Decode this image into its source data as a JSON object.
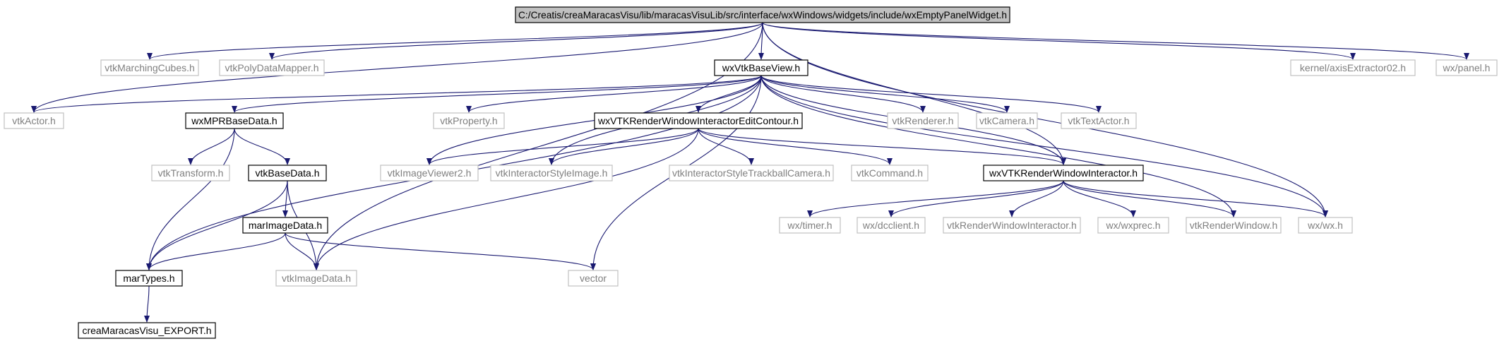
{
  "colors": {
    "edge": "#191970",
    "highlighted_fill": "#c0c0c0",
    "documented_border": "#000000",
    "undocumented_border": "#c0c0c0",
    "documented_text": "#000000",
    "undocumented_text": "#808080"
  },
  "nodes": [
    {
      "id": "root",
      "label": "C:/Creatis/creaMaracasVisu/lib/maracasVisuLib/src/interface/wxWindows/widgets/include/wxEmptyPanelWidget.h",
      "style": "highlighted"
    },
    {
      "id": "vtkMarchingCubes",
      "label": "vtkMarchingCubes.h",
      "style": "undocumented"
    },
    {
      "id": "vtkPolyDataMapper",
      "label": "vtkPolyDataMapper.h",
      "style": "undocumented"
    },
    {
      "id": "wxVtkBaseView",
      "label": "wxVtkBaseView.h",
      "style": "documented"
    },
    {
      "id": "axisExtractor02",
      "label": "kernel/axisExtractor02.h",
      "style": "undocumented"
    },
    {
      "id": "wxpanel",
      "label": "wx/panel.h",
      "style": "undocumented"
    },
    {
      "id": "vtkActor",
      "label": "vtkActor.h",
      "style": "undocumented"
    },
    {
      "id": "wxMPRBaseData",
      "label": "wxMPRBaseData.h",
      "style": "documented"
    },
    {
      "id": "vtkProperty",
      "label": "vtkProperty.h",
      "style": "undocumented"
    },
    {
      "id": "wxVTKRWIEditContour",
      "label": "wxVTKRenderWindowInteractorEditContour.h",
      "style": "documented"
    },
    {
      "id": "vtkRenderer",
      "label": "vtkRenderer.h",
      "style": "undocumented"
    },
    {
      "id": "vtkCamera",
      "label": "vtkCamera.h",
      "style": "undocumented"
    },
    {
      "id": "vtkTextActor",
      "label": "vtkTextActor.h",
      "style": "undocumented"
    },
    {
      "id": "vtkTransform",
      "label": "vtkTransform.h",
      "style": "undocumented"
    },
    {
      "id": "vtkBaseData",
      "label": "vtkBaseData.h",
      "style": "documented"
    },
    {
      "id": "vtkImageViewer2",
      "label": "vtkImageViewer2.h",
      "style": "undocumented"
    },
    {
      "id": "vtkInteractorStyleImage",
      "label": "vtkInteractorStyleImage.h",
      "style": "undocumented"
    },
    {
      "id": "vtkInteractorStyleTrackballCamera",
      "label": "vtkInteractorStyleTrackballCamera.h",
      "style": "undocumented"
    },
    {
      "id": "vtkCommand",
      "label": "vtkCommand.h",
      "style": "undocumented"
    },
    {
      "id": "wxVTKRWI",
      "label": "wxVTKRenderWindowInteractor.h",
      "style": "documented"
    },
    {
      "id": "marImageData",
      "label": "marImageData.h",
      "style": "documented"
    },
    {
      "id": "wxtimer",
      "label": "wx/timer.h",
      "style": "undocumented"
    },
    {
      "id": "wxdcclient",
      "label": "wx/dcclient.h",
      "style": "undocumented"
    },
    {
      "id": "vtkRenderWindowInteractor",
      "label": "vtkRenderWindowInteractor.h",
      "style": "undocumented"
    },
    {
      "id": "wxwxprec",
      "label": "wx/wxprec.h",
      "style": "undocumented"
    },
    {
      "id": "vtkRenderWindow",
      "label": "vtkRenderWindow.h",
      "style": "undocumented"
    },
    {
      "id": "wxwx",
      "label": "wx/wx.h",
      "style": "undocumented"
    },
    {
      "id": "marTypes",
      "label": "marTypes.h",
      "style": "documented"
    },
    {
      "id": "vtkImageData",
      "label": "vtkImageData.h",
      "style": "undocumented"
    },
    {
      "id": "vector",
      "label": "vector",
      "style": "undocumented"
    },
    {
      "id": "creaMaracasVisuExport",
      "label": "creaMaracasVisu_EXPORT.h",
      "style": "documented"
    }
  ],
  "edges": [
    [
      "root",
      "vtkActor"
    ],
    [
      "root",
      "vtkMarchingCubes"
    ],
    [
      "root",
      "vtkPolyDataMapper"
    ],
    [
      "root",
      "wxVtkBaseView"
    ],
    [
      "root",
      "vtkImageData"
    ],
    [
      "root",
      "wxVTKRWI"
    ],
    [
      "root",
      "wxwx"
    ],
    [
      "root",
      "axisExtractor02"
    ],
    [
      "root",
      "wxpanel"
    ],
    [
      "wxVtkBaseView",
      "vtkActor"
    ],
    [
      "wxVtkBaseView",
      "wxMPRBaseData"
    ],
    [
      "wxVtkBaseView",
      "marTypes"
    ],
    [
      "wxVtkBaseView",
      "vtkProperty"
    ],
    [
      "wxVtkBaseView",
      "wxVTKRWIEditContour"
    ],
    [
      "wxVtkBaseView",
      "vtkImageViewer2"
    ],
    [
      "wxVtkBaseView",
      "vtkInteractorStyleImage"
    ],
    [
      "wxVtkBaseView",
      "wxVTKRWI"
    ],
    [
      "wxVtkBaseView",
      "vtkRenderer"
    ],
    [
      "wxVtkBaseView",
      "vtkCamera"
    ],
    [
      "wxVtkBaseView",
      "vtkTextActor"
    ],
    [
      "wxVtkBaseView",
      "vtkRenderWindow"
    ],
    [
      "wxVtkBaseView",
      "wxwx"
    ],
    [
      "wxVtkBaseView",
      "vector"
    ],
    [
      "wxMPRBaseData",
      "vtkTransform"
    ],
    [
      "wxMPRBaseData",
      "vtkBaseData"
    ],
    [
      "wxMPRBaseData",
      "marTypes"
    ],
    [
      "wxVTKRWIEditContour",
      "vtkImageViewer2"
    ],
    [
      "wxVTKRWIEditContour",
      "vtkInteractorStyleImage"
    ],
    [
      "wxVTKRWIEditContour",
      "vtkInteractorStyleTrackballCamera"
    ],
    [
      "wxVTKRWIEditContour",
      "vtkCommand"
    ],
    [
      "wxVTKRWIEditContour",
      "wxVTKRWI"
    ],
    [
      "wxVTKRWIEditContour",
      "vtkImageData"
    ],
    [
      "vtkBaseData",
      "marImageData"
    ],
    [
      "vtkBaseData",
      "marTypes"
    ],
    [
      "vtkBaseData",
      "vtkImageData"
    ],
    [
      "marImageData",
      "marTypes"
    ],
    [
      "marImageData",
      "vtkImageData"
    ],
    [
      "marImageData",
      "vector"
    ],
    [
      "wxVTKRWI",
      "wxtimer"
    ],
    [
      "wxVTKRWI",
      "wxdcclient"
    ],
    [
      "wxVTKRWI",
      "vtkRenderWindowInteractor"
    ],
    [
      "wxVTKRWI",
      "wxwxprec"
    ],
    [
      "wxVTKRWI",
      "vtkRenderWindow"
    ],
    [
      "wxVTKRWI",
      "wxwx"
    ],
    [
      "marTypes",
      "creaMaracasVisuExport"
    ]
  ]
}
